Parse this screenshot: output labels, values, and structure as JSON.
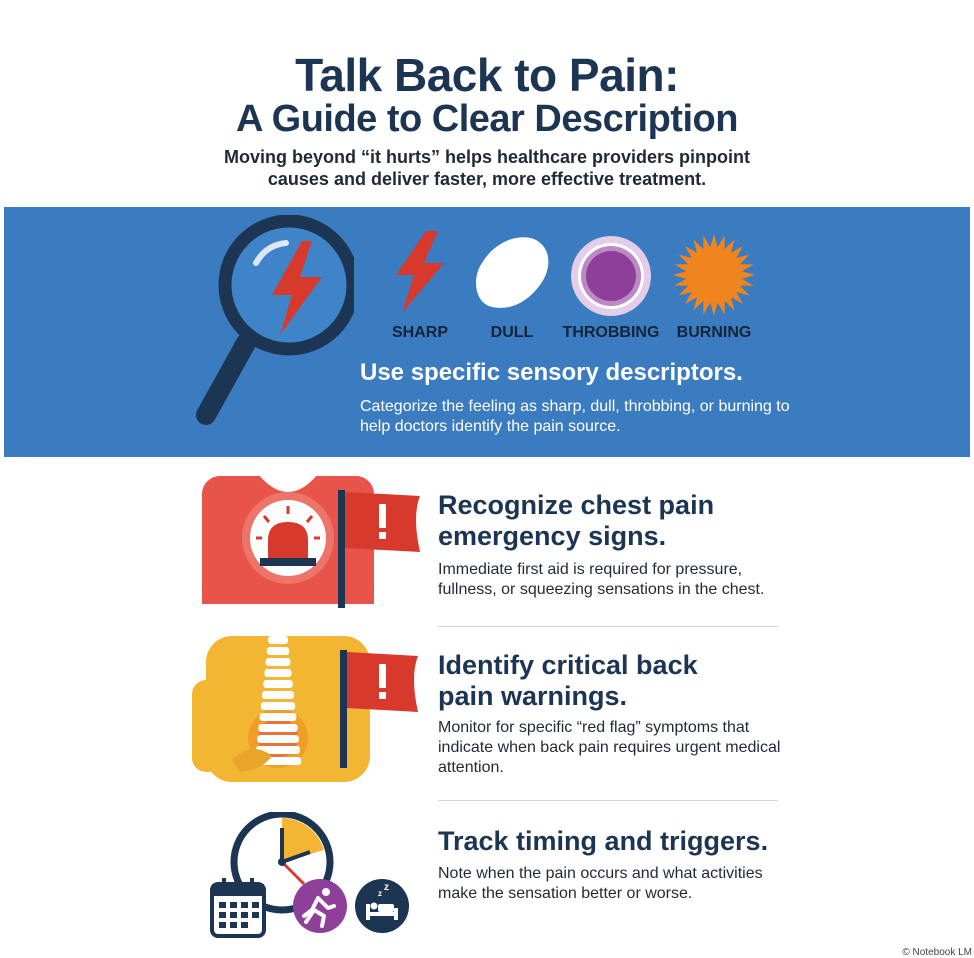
{
  "header": {
    "title_line1": "Talk Back to Pain:",
    "title_line2": "A Guide to Clear Description",
    "subtitle": "Moving beyond “it hurts” helps healthcare providers pinpoint causes and deliver faster, more effective treatment."
  },
  "descriptors": {
    "pain_types": [
      {
        "label": "SHARP",
        "icon": "lightning-bolt-icon",
        "color": "#d7392d"
      },
      {
        "label": "DULL",
        "icon": "blob-icon",
        "color": "#ffffff"
      },
      {
        "label": "THROBBING",
        "icon": "concentric-circle-icon",
        "color": "#8e3f9a"
      },
      {
        "label": "BURNING",
        "icon": "starburst-icon",
        "color": "#f0851f"
      }
    ],
    "heading": "Use specific sensory descriptors.",
    "body": "Categorize the feeling as sharp, dull, throbbing, or burning to help doctors identify the pain source.",
    "band_color": "#3b7bbf"
  },
  "sections": [
    {
      "heading": "Recognize chest pain emergency signs.",
      "body": "Immediate first aid is required for pressure, fullness, or squeezing sensations in the chest.",
      "icon": "chest-alarm-icon"
    },
    {
      "heading": "Identify critical back pain warnings.",
      "body": "Monitor for specific “red flag” symptoms that indicate when back pain requires urgent medical attention.",
      "icon": "back-spine-icon"
    },
    {
      "heading": "Track timing and triggers.",
      "body": "Note when the pain occurs and what activities make the sensation better or worse.",
      "icon": "clock-calendar-icon"
    }
  ],
  "colors": {
    "navy": "#1c3553",
    "red": "#d7392d",
    "chest": "#e8534a",
    "back": "#f2b632"
  },
  "credit": "© Notebook LM"
}
